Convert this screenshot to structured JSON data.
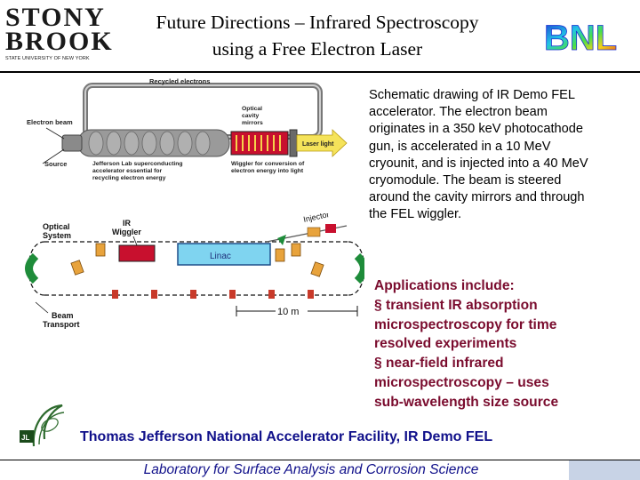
{
  "header": {
    "logo": {
      "line1": "STONY",
      "line2": "BROOK",
      "tagline": "STATE UNIVERSITY OF NEW YORK"
    },
    "title_line1": "Future Directions – Infrared Spectroscopy",
    "title_line2": "using a Free Electron Laser",
    "bnl_logo": "BNL"
  },
  "schematic_top": {
    "recycled": "Recycled electrons",
    "electron_beam": "Electron beam",
    "source": "Source",
    "optical_line1": "Optical",
    "optical_line2": "cavity",
    "optical_line3": "mirrors",
    "laser_light": "Laser light",
    "jlab_line1": "Jefferson Lab superconducting",
    "jlab_line2": "accelerator essential for",
    "jlab_line3": "recycling electron energy",
    "wiggler_line1": "Wiggler for conversion of",
    "wiggler_line2": "electron energy into light"
  },
  "schematic_bottom": {
    "optical_line1": "Optical",
    "optical_line2": "System",
    "ir_line1": "IR",
    "ir_line2": "Wiggler",
    "injector": "Injector",
    "linac": "Linac",
    "beam_line1": "Beam",
    "beam_line2": "Transport",
    "scale": "10 m"
  },
  "description": {
    "lines": [
      "Schematic drawing of IR Demo FEL",
      "accelerator. The electron beam",
      "originates in a 350 keV photocathode",
      "gun, is accelerated in a 10 MeV",
      "cryounit, and is injected into  a 40 MeV",
      "cryomodule. The beam is steered",
      "around the cavity mirrors and through",
      "the FEL wiggler."
    ]
  },
  "applications": {
    "lines": [
      "Applications include:",
      "§ transient IR absorption",
      "microspectroscopy for time",
      "resolved experiments",
      "§ near-field infrared",
      "microspectroscopy – uses",
      "sub-wavelength size source"
    ]
  },
  "jl_logo_text": "JL",
  "credit": "Thomas Jefferson National Accelerator Facility, IR Demo FEL",
  "footer": "Laboratory for Surface Analysis and Corrosion Science",
  "colors": {
    "apps_text": "#7a0c2e",
    "credit_text": "#10108a",
    "linac_fill": "#7fd4f0",
    "wiggler_fill": "#c8102e"
  }
}
